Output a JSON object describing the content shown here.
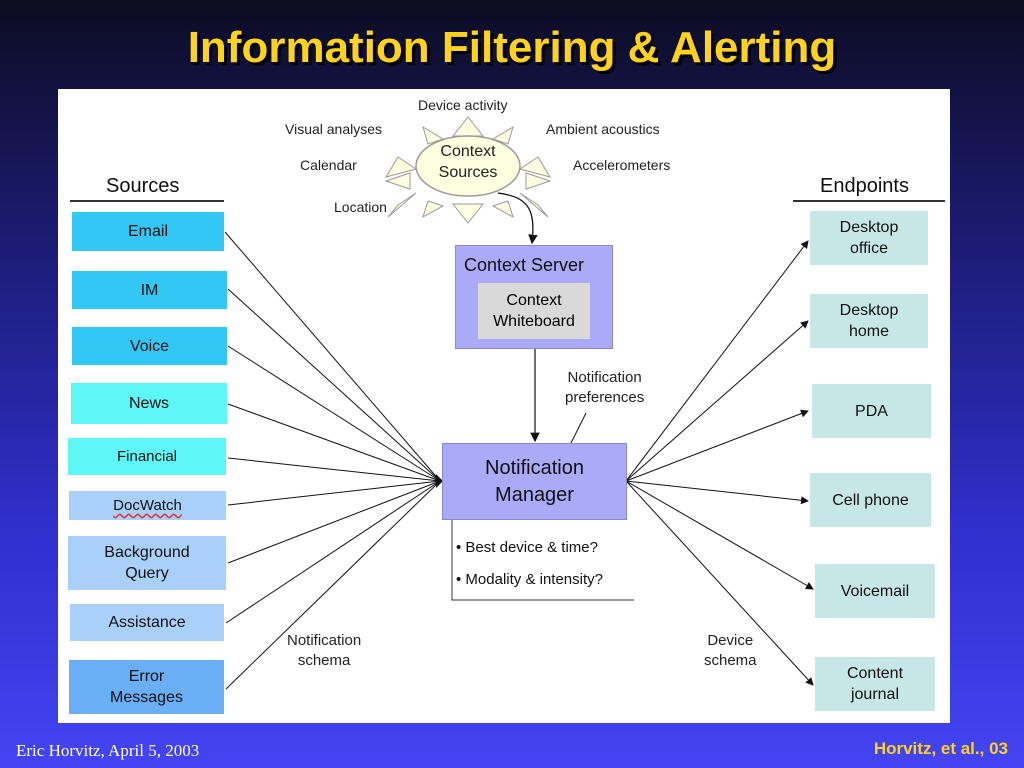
{
  "slide": {
    "title": "Information Filtering & Alerting",
    "footer_left": "Eric Horvitz, April 5, 2003",
    "footer_right": "Horvitz, et al., 03"
  },
  "colors": {
    "title": "#ffd21e",
    "panel": "#ffffff",
    "source_dark": "#33c7f5",
    "source_cyan": "#5ef7f7",
    "source_light": "#a8d0f8",
    "source_blue": "#6aaef6",
    "endpoint": "#c7e7e7",
    "manager": "#aaaaf8",
    "sun": "#fefee0"
  },
  "context": {
    "sun_label": "Context\nSources",
    "sources": [
      "Device activity",
      "Visual analyses",
      "Ambient acoustics",
      "Calendar",
      "Accelerometers",
      "Location"
    ]
  },
  "server": {
    "title": "Context Server",
    "whiteboard": "Context\nWhiteboard"
  },
  "manager": {
    "label": "Notification\nManager",
    "bullets": [
      "• Best device & time?",
      "• Modality & intensity?"
    ],
    "preferences_label": "Notification\npreferences"
  },
  "sources": {
    "heading": "Sources",
    "items": [
      "Email",
      "IM",
      "Voice",
      "News",
      "Financial",
      "DocWatch",
      "Background\nQuery",
      "Assistance",
      "Error\nMessages"
    ],
    "schema_label": "Notification\nschema"
  },
  "endpoints": {
    "heading": "Endpoints",
    "items": [
      "Desktop\noffice",
      "Desktop\nhome",
      "PDA",
      "Cell phone",
      "Voicemail",
      "Content\njournal"
    ],
    "schema_label": "Device\nschema"
  }
}
